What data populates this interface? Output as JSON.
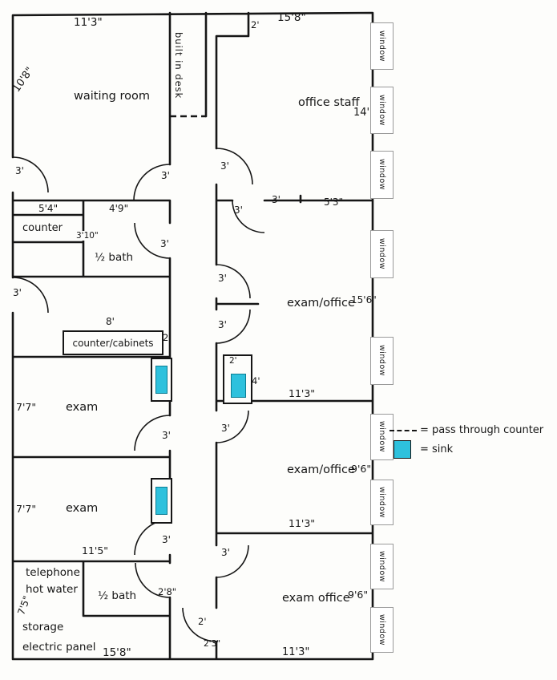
{
  "rooms": {
    "waiting_room": "waiting room",
    "built_in_desk": "built in desk",
    "office_staff": "office staff",
    "counter": "counter",
    "half_bath_top": "½ bath",
    "exam_office_top": "exam/office",
    "counter_cabinets": "counter/cabinets",
    "exam_1": "exam",
    "exam_office_mid": "exam/office",
    "exam_2": "exam",
    "telephone": "telephone",
    "hot_water": "hot water",
    "half_bath_bottom": "½ bath",
    "storage": "storage",
    "electric_panel": "electric panel",
    "exam_office_bottom": "exam office"
  },
  "dims": {
    "waiting_top": "11'3\"",
    "waiting_left": "10'8\"",
    "top_jog": "2'",
    "office_staff_top": "15'8\"",
    "office_staff_right": "14'",
    "entry_door_upper": "3'",
    "waiting_room_door": "3'",
    "office_staff_door": "3'",
    "counter_width": "5'4\"",
    "bath_top_width": "4'9\"",
    "counter_depth": "3'10\"",
    "bath_top_door": "3'",
    "exam_office_top_door": "3'",
    "exam_office_top_wall": "3'",
    "exam_office_top_right": "5'3\"",
    "exam_office_door_a": "3'",
    "exam_office_top_height": "15'6\"",
    "exam_office_door_b": "3'",
    "entry_door_mid": "3'",
    "cabinets_length": "8'",
    "cabinets_depth": "2'",
    "sink_alcove_width": "2'",
    "sink_alcove_height": "4'",
    "exam_office_top_width": "11'3\"",
    "exam_1_height": "7'7\"",
    "exam_1_door": "3'",
    "exam_office_mid_door": "3'",
    "exam_office_mid_height": "9'6\"",
    "exam_2_height": "7'7\"",
    "exam_office_mid_width": "11'3\"",
    "exam_2_width": "11'5\"",
    "exam_2_door": "3'",
    "exam_office_bottom_door": "3'",
    "bath_bottom_door": "2'8\"",
    "utility_height": "7'5\"",
    "bottom_width": "15'8\"",
    "corridor_door": "2'",
    "corridor_end": "2'3\"",
    "exam_office_bottom_height": "9'6\"",
    "exam_office_bottom_width": "11'3\""
  },
  "windows": [
    "window",
    "window",
    "window",
    "window",
    "window",
    "window",
    "window",
    "window",
    "window"
  ],
  "legend": {
    "pass_through": "= pass through counter",
    "sink": "= sink"
  },
  "colors": {
    "wall": "#161616",
    "sink_fill": "#2ec1dd",
    "sink_border": "#0b7d93",
    "window_border": "#9a9a9a"
  }
}
